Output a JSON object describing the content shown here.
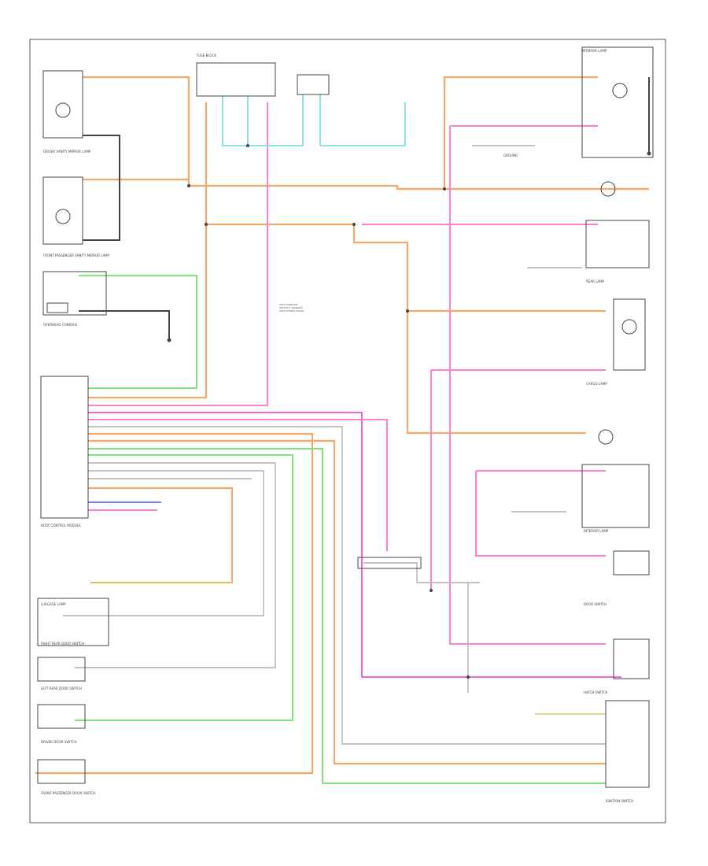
{
  "diagram": {
    "page_ref": "",
    "components": {
      "driver_vanity": "DRIVER VANITY MIRROR LAMP",
      "passenger_vanity": "FRONT PASSENGER VANITY MIRROR LAMP",
      "overhead_console": "OVERHEAD CONSOLE",
      "door_switch": "DOOR SWITCH",
      "interior_lamp_upper": "INTERIOR LAMP",
      "interior_lamp_lower": "INTERIOR LAMP",
      "rear_lamp": "REAR LAMP",
      "cargo_lamp": "CARGO LAMP",
      "luggage_lamp": "LUGGAGE LAMP",
      "body_module": "BODY CONTROL MODULE",
      "right_rear_door": "RIGHT REAR DOOR SWITCH",
      "left_rear_door": "LEFT REAR DOOR SWITCH",
      "driver_door": "DRIVER DOOR SWITCH",
      "passenger_door": "FRONT PASSENGER DOOR SWITCH",
      "hatch_switch": "HATCH SWITCH",
      "ignition_switch": "IGNITION SWITCH",
      "fuse_block": "FUSE BLOCK",
      "ground": "GROUND",
      "notes": "WITH SUNROOF\nWITHOUT SUNROOF\nWITH POWER LOCKS"
    }
  },
  "colors": {
    "orange": "#f4a86a",
    "pink": "#ff7fd0",
    "magenta": "#f06ad8",
    "cyan": "#7fe0e6",
    "green": "#7fe57f",
    "gray": "#9a9a9a",
    "dark": "#444444",
    "blue": "#6a6af0",
    "olive": "#d8c56a"
  }
}
